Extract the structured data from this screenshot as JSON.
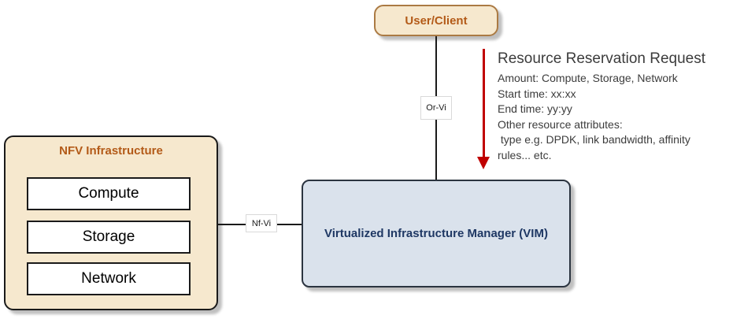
{
  "diagram": {
    "nodes": {
      "user_client": {
        "label": "User/Client"
      },
      "nfv_infrastructure": {
        "title": "NFV Infrastructure",
        "items": [
          "Compute",
          "Storage",
          "Network"
        ]
      },
      "vim": {
        "label": "Virtualized Infrastructure Manager (VIM)"
      }
    },
    "connectors": {
      "or_vi": {
        "label": "Or-Vi"
      },
      "nf_vi": {
        "label": "Nf-Vi"
      }
    },
    "annotation": {
      "title": "Resource Reservation Request",
      "lines": [
        "Amount: Compute, Storage, Network",
        "Start time: xx:xx",
        "End time: yy:yy",
        "Other resource attributes:",
        " type e.g. DPDK, link bandwidth, affinity",
        "rules... etc."
      ]
    },
    "colors": {
      "cream_fill": "#f6e8ce",
      "cream_border": "#ab7a43",
      "orange_title_text": "#b35a18",
      "vim_fill": "#dae2ec",
      "vim_text": "#1f3864",
      "arrow_red": "#c00000",
      "connector_black": "#1a1a1a",
      "annotation_text": "#3c3c3c"
    }
  }
}
